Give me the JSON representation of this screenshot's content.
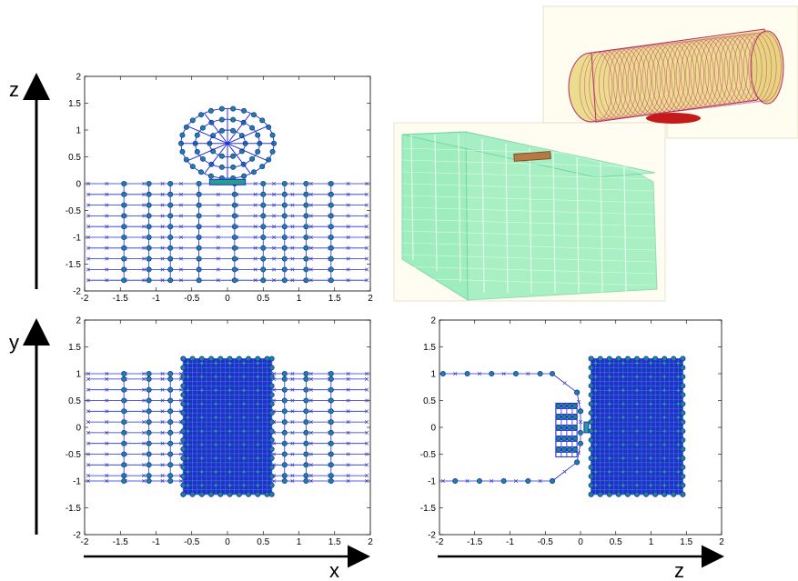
{
  "figure": {
    "axis_labels": {
      "z": "z",
      "y": "y",
      "x_bottom": "x",
      "z_bottom": "z"
    },
    "render_3d": {
      "tank_fill": "#ecdc8e",
      "tank_ring": "#b52a6a",
      "tank_stand": "#c41a1a",
      "box_fill": "#8cebb5",
      "box_edge": "#6ed39b",
      "box_line": "#f2fff5",
      "sensor_fill": "#b87a44",
      "panel_bg": "#fffdf0"
    },
    "colors": {
      "mesh_line": "#1f2dd6",
      "node_marker": "#1a8a7a",
      "cross_marker": "#3a3ac0"
    }
  },
  "chart_data": [
    {
      "id": "xz-section",
      "type": "scatter",
      "title": "",
      "xlabel": "",
      "ylabel": "z",
      "xlim": [
        -2,
        2
      ],
      "ylim": [
        -2,
        2
      ],
      "xticks": [
        "-2",
        "-1.5",
        "-1",
        "-0.5",
        "0",
        "0.5",
        "1",
        "1.5",
        "2"
      ],
      "yticks": [
        "2",
        "1.5",
        "1",
        "0.5",
        "0",
        "-0.5",
        "-1",
        "-1.5",
        "-2"
      ],
      "mesh": {
        "ground_x_range": [
          -1.95,
          1.95
        ],
        "ground_lines_z": [
          0,
          -0.2,
          -0.4,
          -0.6,
          -0.8,
          -1.0,
          -1.2,
          -1.4,
          -1.6,
          -1.8
        ],
        "ground_columns_x": [
          -1.45,
          -1.1,
          -0.8,
          -0.4,
          0.1,
          0.5,
          0.8,
          1.1,
          1.45
        ],
        "circle_center": [
          0,
          0.75
        ],
        "circle_radius": 0.65,
        "circle_rings": [
          0.65,
          0.45,
          0.25
        ]
      }
    },
    {
      "id": "xy-section",
      "type": "scatter",
      "title": "",
      "xlabel": "x",
      "ylabel": "y",
      "xlim": [
        -2,
        2
      ],
      "ylim": [
        -2,
        2
      ],
      "xticks": [
        "-2",
        "-1.5",
        "-1",
        "-0.5",
        "0",
        "0.5",
        "1",
        "1.5",
        "2"
      ],
      "yticks": [
        "2",
        "1.5",
        "1",
        "0.5",
        "0",
        "-0.5",
        "-1",
        "-1.5",
        "-2"
      ],
      "mesh": {
        "ground_x_range": [
          -1.95,
          1.95
        ],
        "ground_lines_y": [
          1.0,
          0.9,
          0.7,
          0.5,
          0.3,
          0.1,
          -0.1,
          -0.3,
          -0.5,
          -0.7,
          -0.9,
          -1.0
        ],
        "ground_columns_x": [
          -1.45,
          -1.1,
          -0.8,
          0.8,
          1.1,
          1.45
        ],
        "dense_block": {
          "x": [
            -0.62,
            0.62
          ],
          "y": [
            -1.25,
            1.28
          ]
        }
      }
    },
    {
      "id": "zy-section",
      "type": "scatter",
      "title": "",
      "xlabel": "z",
      "ylabel": "",
      "xlim": [
        -2,
        2
      ],
      "ylim": [
        -2,
        2
      ],
      "xticks": [
        "-2",
        "-1.5",
        "-1",
        "-0.5",
        "0",
        "0.5",
        "1",
        "1.5",
        "2"
      ],
      "yticks": [
        "2",
        "1.5",
        "1",
        "0.5",
        "0",
        "-0.5",
        "-1",
        "-1.5",
        "-2"
      ],
      "mesh": {
        "outline": [
          [
            -1.95,
            1.0
          ],
          [
            -0.4,
            1.0
          ],
          [
            -0.05,
            0.65
          ],
          [
            0,
            0.3
          ],
          [
            0,
            -0.3
          ],
          [
            -0.05,
            -0.65
          ],
          [
            -0.4,
            -1.0
          ],
          [
            -1.95,
            -1.0
          ]
        ],
        "small_block": {
          "x": [
            -0.35,
            -0.05
          ],
          "y": [
            -0.55,
            0.45
          ]
        },
        "dense_block": {
          "x": [
            0.15,
            1.45
          ],
          "y": [
            -1.25,
            1.28
          ]
        }
      }
    }
  ]
}
